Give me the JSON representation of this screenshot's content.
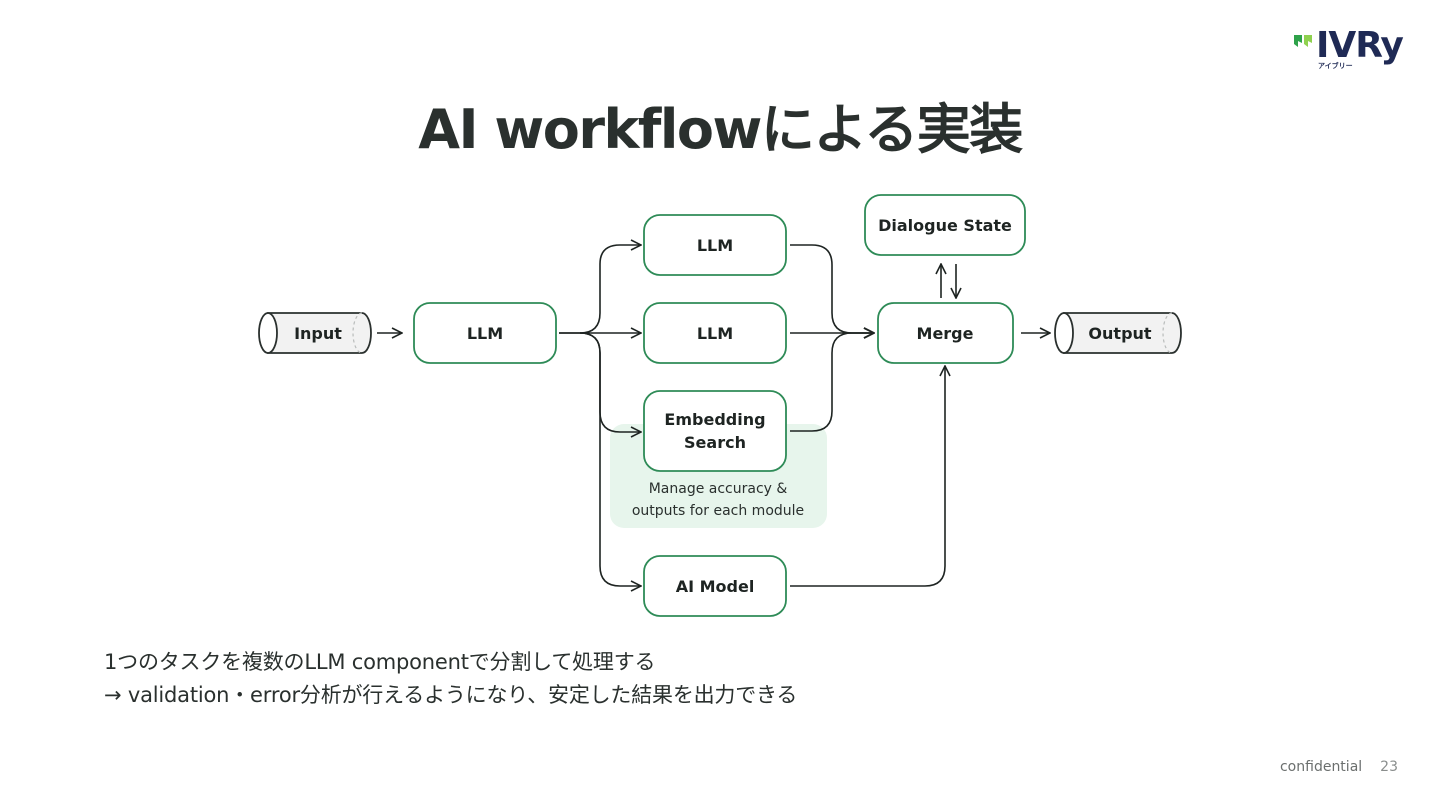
{
  "logo": {
    "wordmark": "IVRy",
    "kana": "アイブリー"
  },
  "title": "AI workflowによる実装",
  "diagram": {
    "nodes": {
      "input": "Input",
      "llm_main": "LLM",
      "llm_top": "LLM",
      "llm_mid": "LLM",
      "embedding_line1": "Embedding",
      "embedding_line2": "Search",
      "ai_model": "AI Model",
      "dialogue_state": "Dialogue State",
      "merge": "Merge",
      "output": "Output"
    },
    "note": {
      "line1": "Manage accuracy &",
      "line2": "outputs for each module"
    }
  },
  "description": {
    "line1": "1つのタスクを複数のLLM componentで分割して処理する",
    "line2": "→ validation・error分析が行えるようになり、安定した結果を出力できる"
  },
  "footer": {
    "label": "confidential",
    "page": "23"
  },
  "colors": {
    "node_border": "#2e8b57",
    "note_fill": "#e7f5ec",
    "text": "#2a302e",
    "logo": "#1f2a55"
  }
}
